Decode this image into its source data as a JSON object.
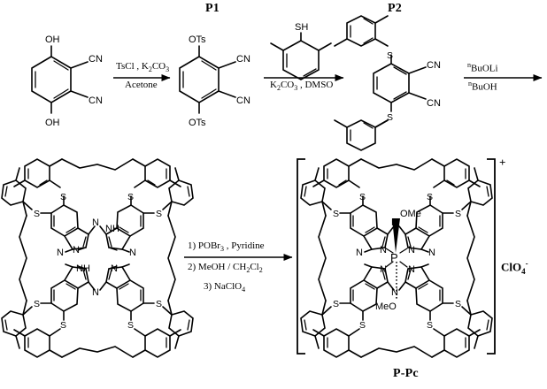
{
  "scheme": {
    "title_labels": [
      {
        "id": "p1",
        "text": "P1"
      },
      {
        "id": "p2",
        "text": "P2"
      },
      {
        "id": "ppc",
        "text": "P-Pc"
      }
    ],
    "steps": [
      {
        "id": "step1",
        "above": "TsCl , K2CO3",
        "above_html": "TsCl , K<sub>2</sub>CO<sub>3</sub>",
        "below": "Acetone",
        "below_html": "Acetone"
      },
      {
        "id": "step2",
        "above": "",
        "above_html": "",
        "below": "K2CO3 , DMSO",
        "below_html": "K<sub>2</sub>CO<sub>3</sub> , DMSO",
        "reagent_structure": "2,6-dimethylthiophenol"
      },
      {
        "id": "step3",
        "above": "nBuOLi",
        "above_html": "<sup>n</sup>BuOLi",
        "below": "nBuOH",
        "below_html": "<sup>n</sup>BuOH"
      },
      {
        "id": "step4",
        "line1_html": "1) POBr<sub>3</sub> , Pyridine",
        "line2_html": "2) MeOH / CH<sub>2</sub>Cl<sub>2</sub>",
        "line3_html": "3) NaClO<sub>4</sub>"
      }
    ],
    "molecules": {
      "sm": {
        "name": "3,6-dihydroxyphthalonitrile",
        "atoms": [
          "OH",
          "CN",
          "CN",
          "OH"
        ]
      },
      "p1": {
        "name": "3,6-bis(tosyloxy)phthalonitrile",
        "atoms": [
          "OTs",
          "CN",
          "CN",
          "OTs"
        ]
      },
      "thiol": {
        "name": "2,6-dimethylbenzenethiol",
        "atoms": [
          "SH"
        ]
      },
      "p2": {
        "name": "3,6-bis(2,6-dimethylphenylthio)phthalonitrile",
        "atoms": [
          "S",
          "CN",
          "CN",
          "S"
        ]
      },
      "freebase": {
        "name": "free-base octakis(arylthio)phthalocyanine",
        "core_atoms": [
          "N",
          "NH",
          "N",
          "N",
          "N",
          "NH",
          "N",
          "N"
        ],
        "peripheral_atom": "S"
      },
      "product": {
        "name": "phosphorus(V) phthalocyanine dimethoxide",
        "center_atom": "P",
        "axial_up": "OMe",
        "axial_down": "MeO",
        "core_atoms": [
          "N",
          "N",
          "N",
          "N"
        ],
        "meso_atoms": [
          "N",
          "N",
          "N",
          "N"
        ],
        "peripheral_atom": "S",
        "charge": "+",
        "counterion_html": "ClO<sub>4</sub><sup>-</sup>",
        "counterion": "ClO4-"
      }
    }
  },
  "colors": {
    "background": "#ffffff",
    "ink": "#000000"
  }
}
